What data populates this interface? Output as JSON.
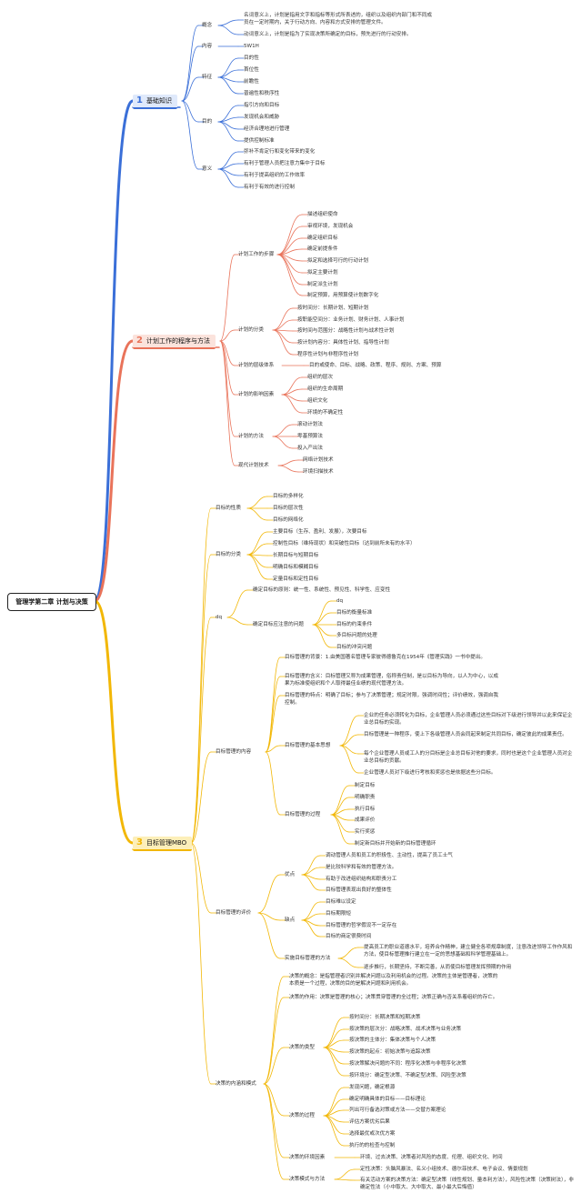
{
  "root": "管理学第二章 计划与决策",
  "branches": [
    {
      "num": "1",
      "label": "基础知识",
      "color": "#3a6fd8",
      "bg": "#dfe9fb"
    },
    {
      "num": "2",
      "label": "计划工作的程序与方法",
      "color": "#e9735a",
      "bg": "#fbe3dc"
    },
    {
      "num": "3",
      "label": "目标管理MBO",
      "color": "#f2b705",
      "bg": "#fdefb9"
    }
  ],
  "b1": {
    "concept": {
      "label": "概念",
      "items": [
        "名词意义上，计划是指用文字和指标等形式所表述的，组织以及组织内部门和不同成员在一定时期内，关于行动方向、内容和方式安排的管理文件。",
        "动词意义上，计划是指为了实现决策所确定的目标，预先进行的行动安排。"
      ]
    },
    "content": {
      "label": "内容",
      "items": [
        "5W1H"
      ]
    },
    "features": {
      "label": "特征",
      "items": [
        "目的性",
        "首位性",
        "前瞻性",
        "普遍性和秩序性"
      ]
    },
    "purpose": {
      "label": "目的",
      "items": [
        "指引方向和目标",
        "发现机会和威胁",
        "经济合理地进行管理",
        "提供控制标准"
      ]
    },
    "meaning": {
      "label": "意义",
      "items": [
        "弥补不肯定行和变化带来的变化",
        "有利于管理人员把注意力集中于目标",
        "有利于提高组织的工作效率",
        "有利于有效的进行控制"
      ]
    }
  },
  "b2": {
    "steps": {
      "label": "计划工作的步骤",
      "items": [
        "描述组织使命",
        "审视环境，发现机会",
        "确定组织目标",
        "确定前提条件",
        "拟定和选择可行的行动计划",
        "拟定主要计划",
        "制定派生计划",
        "制定预算，用预算使计划数字化"
      ]
    },
    "types": {
      "label": "计划的分类",
      "items": [
        "按时间分：长期计划、短期计划",
        "按职能空间分：业务计划、财务计划、人事计划",
        "按时间与范围分：战略性计划与战术性计划",
        "按计划内容分：具体性计划、指导性计划",
        "程序性计划与非程序性计划"
      ]
    },
    "system": {
      "label": "计划的层级体系",
      "items": [
        "目的或使命、目标、战略、政策、程序、规则、方案、预算"
      ]
    },
    "factors": {
      "label": "计划的影响因素",
      "items": [
        "组织的层次",
        "组织的生命周期",
        "组织文化",
        "环境的不确定性"
      ]
    },
    "methods": {
      "label": "计划的方法",
      "items": [
        "滚动计划法",
        "零基预算法",
        "投入产出法"
      ]
    },
    "modern": {
      "label": "现代计划技术",
      "items": [
        "网络计划技术",
        "环境扫描技术"
      ]
    }
  },
  "b3": {
    "nature": {
      "label": "目标的性质",
      "items": [
        "目标的多样化",
        "目标的层次性",
        "目标的网络化"
      ]
    },
    "classify": {
      "label": "目标的分类",
      "items": [
        "主要目标（生存、盈利、发展），次要目标",
        "控制性目标（维持现状）和突破性目标（达到前所未有的水平）",
        "长期目标与短期目标",
        "明确目标和模糊目标",
        "定量目标和定性目标"
      ]
    },
    "dq": {
      "label": "dq",
      "principle": "确定目标的原则：统一性、系统性、预见性、科学性、应变性",
      "issues": {
        "label": "确定目标应注意的问题",
        "items": [
          "dq",
          "目标的衡量标准",
          "目标的约束条件",
          "多目标问题的处理",
          "目标的冲突问题"
        ]
      }
    },
    "mbo": {
      "label": "目标管理的内容",
      "bg": "目标管理的背景：1.由美国著名管理专家彼得德鲁克在1954年《管理实践》一书中提出。",
      "def": "目标管理的含义：目标管理又称为成果管理，俗称责任制，是以目标为导向，以人为中心，以成果为标准使组织和个人取得最佳业绩的现代管理方法。",
      "feat": "目标管理的特点：明确了目标；参与了决策管理；规定时限，强调时间性；评价绩效，强调自我控制。",
      "idea": {
        "label": "目标管理的基本思想",
        "items": [
          "企业的任务必须转化为目标，企业管理人员必须通过这些目标对下级进行领导并以此来保证企业总目标的实现。",
          "目标管理是一种程序，使上下各级管理人员会同起来制定共同目标，确定彼此的成果责任。",
          "每个企业管理人员或工人的分目标是企业总目标对他的要求，同时也是这个企业管理人员对企业总目标的贡献。",
          "企业管理人员对下级进行考核和奖惩也是依据这些分目标。"
        ]
      },
      "process": {
        "label": "目标管理的过程",
        "items": [
          "制定目标",
          "明确职责",
          "执行目标",
          "成果评价",
          "实行奖惩",
          "制定新目标并开始新的目标管理循环"
        ]
      }
    },
    "eval": {
      "label": "目标管理的评价",
      "pros": {
        "label": "优点",
        "items": [
          "调动管理人员和员工的积极性、主动性，提高了员工士气",
          "是比较科学和有效的管理方法。",
          "有助于改进组织结构和职责分工",
          "目标管理表现出良好的整体性"
        ]
      },
      "cons": {
        "label": "缺点",
        "items": [
          "目标难以设定",
          "目标期限短",
          "目标管理的哲学假设不一定存在",
          "目标的商定很费时间"
        ]
      },
      "impl": {
        "label": "实施目标管理的方法",
        "items": [
          "提高员工的职业道德水平，培养合作精神，建立健全各项规章制度，注意改进领导工作作风和方法，使目标管理推行建立在一定的思想基础和科学管理基础上。",
          "逐步推行，长期坚持，不断完善，从而使目标管理发挥预期的作用"
        ]
      }
    },
    "dec": {
      "label": "决策的内涵和模式",
      "concept": "决策的概念：是指管理者识别并解决问题以及利用机会的过程。决策的主体是管理者，决策的本质是一个过程，决策的目的是解决问题和利用机会。",
      "role": "决策的作用：决策是管理的核心；决策贯穿管理的全过程；决策正确与否关系着组织的存亡。",
      "types": {
        "label": "决策的类型",
        "items": [
          "按时间分：长期决策和短期决策",
          "按决策的层次分：战略决策、战术决策与业务决策",
          "按决策的主体分：集体决策与个人决策",
          "按决策的起点：初始决策与追踪决策",
          "按决策解决问题的不同：程序化决策与非程序化决策",
          "按环境分：确定型决策、不确定型决策、风险型决策"
        ]
      },
      "process": {
        "label": "决策的过程",
        "items": [
          "发现问题，确定根源",
          "确定明确具体的目标——目标理论",
          "列出可行备选对策或方法——交替方案理论",
          "评估方案优劣后果",
          "选择最优或次优方案",
          "执行的的检查与控制"
        ]
      },
      "env": {
        "label": "决策的环境因素",
        "items": [
          "环境、过去决策、决策者对风险的态度、伦理、组织文化、时间"
        ]
      },
      "methods": {
        "label": "决策模式与方法",
        "items": [
          "定性决策：头脑风暴法、名义小组技术、德尔菲技术、电子会议、情景规划",
          "有关活动方案的决策方法：确定型决策（线性规划、量本利方法），风险性决策（决策树法），非确定性法（小中取大、大中取大、最小最大后悔值）"
        ]
      }
    }
  }
}
